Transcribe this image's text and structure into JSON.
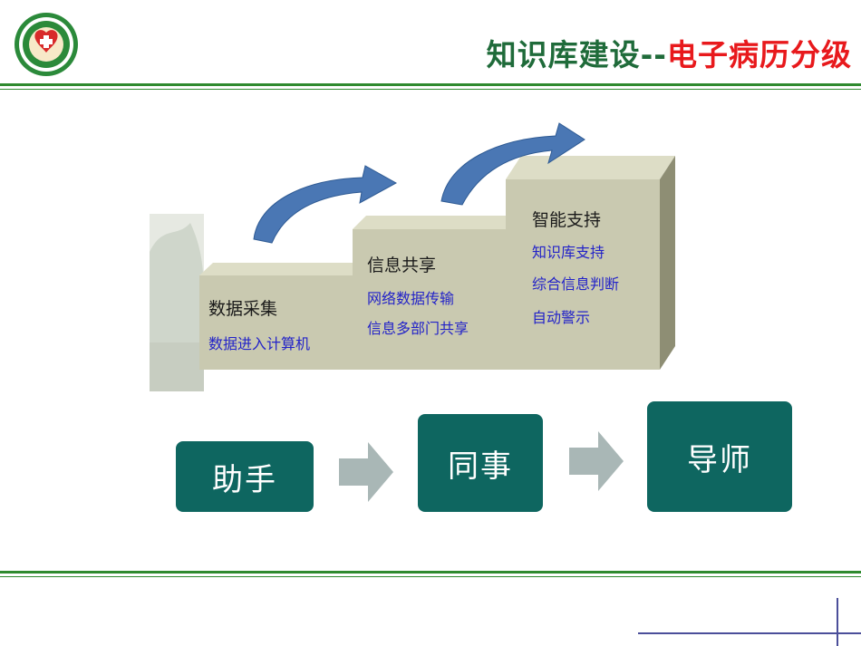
{
  "header": {
    "title_part1": "知识库建设--",
    "title_part2": "电子病历分级",
    "logo_icon": "hospital-emblem-icon"
  },
  "steps": [
    {
      "heading": "数据采集",
      "items": [
        "数据进入计算机"
      ]
    },
    {
      "heading": "信息共享",
      "items": [
        "网络数据传输",
        "信息多部门共享"
      ]
    },
    {
      "heading": "智能支持",
      "items": [
        "知识库支持",
        "综合信息判断",
        "自动警示"
      ]
    }
  ],
  "roles": [
    "助手",
    "同事",
    "导师"
  ],
  "colors": {
    "title_green": "#1f6b3a",
    "title_red": "#e8191c",
    "rule_green": "#2f8a2f",
    "role_box": "#0e6660",
    "step_face": "#c9c9b0",
    "curved_arrow": "#4a77b4",
    "sub_text": "#2323c8"
  }
}
